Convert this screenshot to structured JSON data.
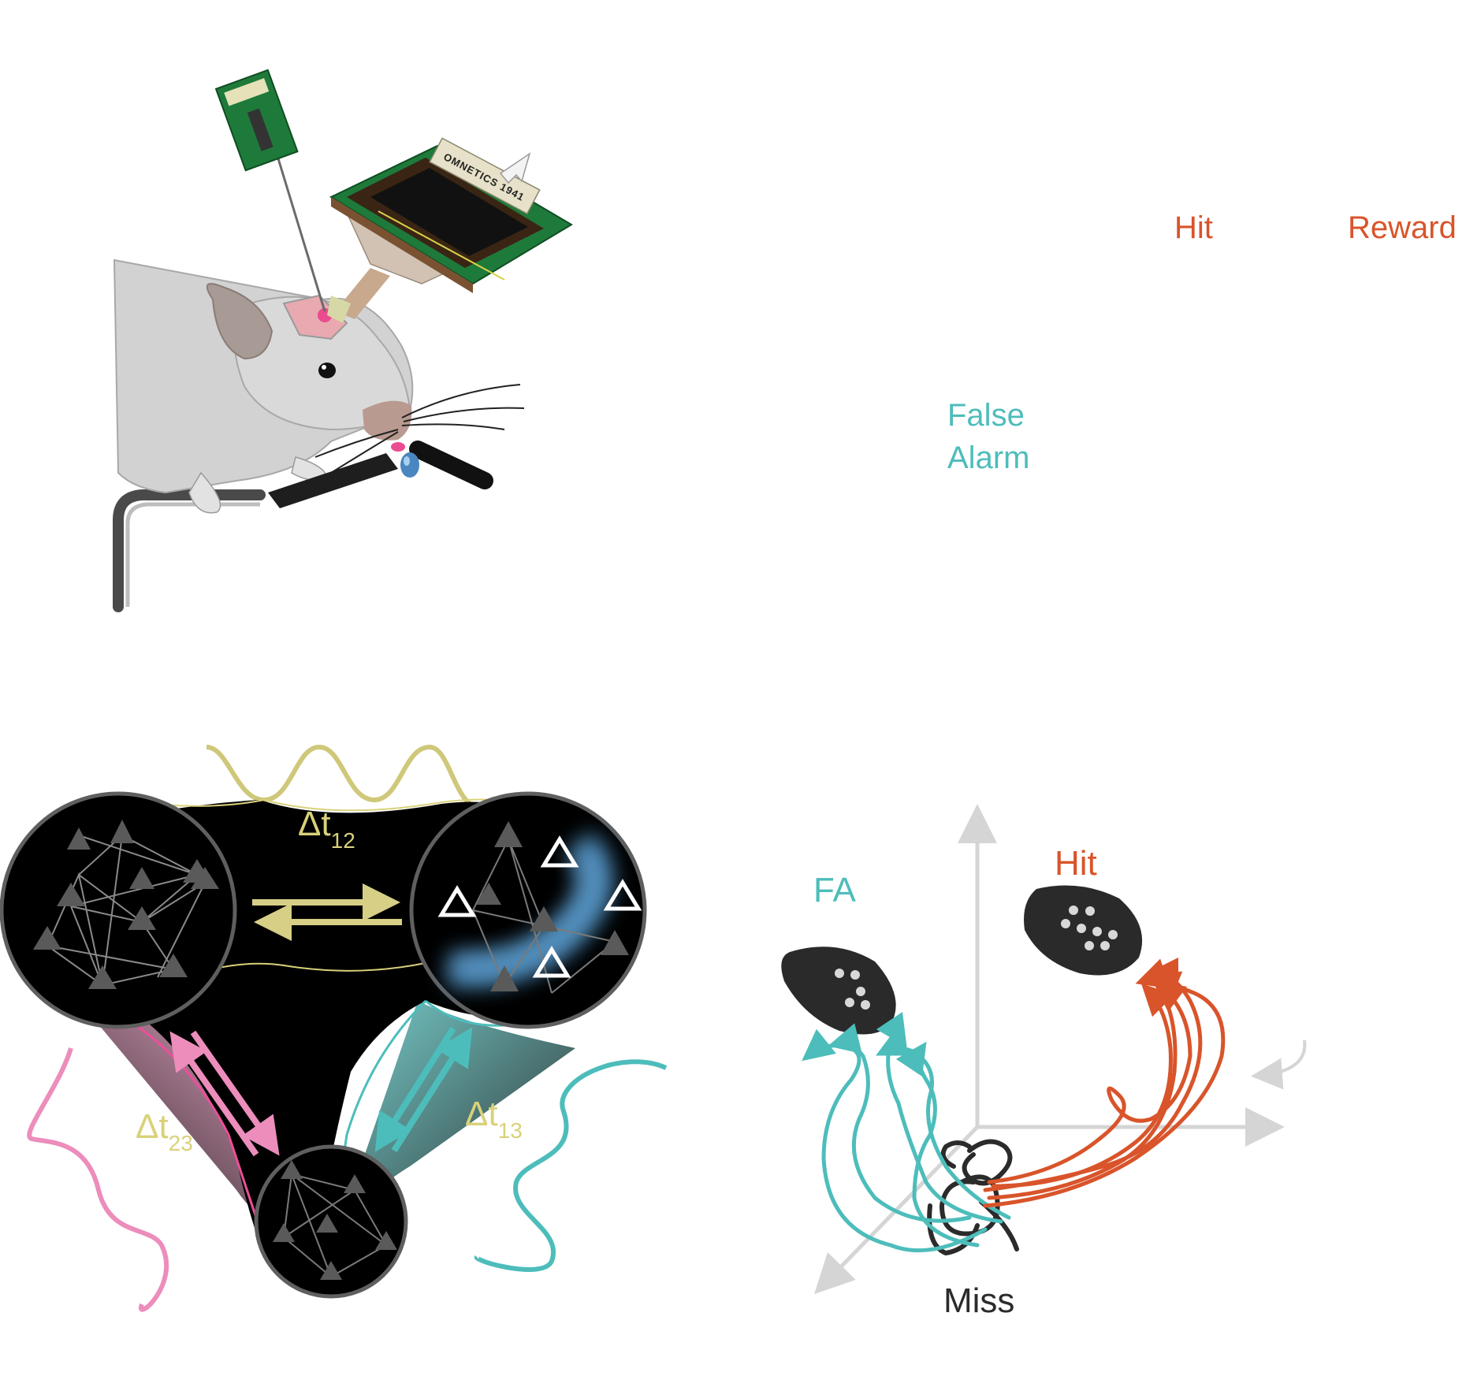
{
  "colors": {
    "hit": "#d9542a",
    "false_alarm": "#4dbdbb",
    "miss": "#2b2b2b",
    "theta_wave": "#cfc87a",
    "pink": "#ec8dbb",
    "blue_glow": "#4f8fc0",
    "axis": "#d5d5d5"
  },
  "panel_a": {
    "connector_label": "OMNETICS 1941",
    "outcome_labels": {
      "hit": "Hit",
      "reward": "Reward",
      "false_alarm_line1": "False",
      "false_alarm_line2": "Alarm"
    }
  },
  "panel_b": {
    "delta_t12": {
      "base": "Δt",
      "sub": "12"
    },
    "delta_t13": {
      "base": "Δt",
      "sub": "13"
    },
    "delta_t23": {
      "base": "Δt",
      "sub": "23"
    }
  },
  "panel_c": {
    "fa_label": "FA",
    "hit_label": "Hit",
    "miss_label": "Miss"
  }
}
